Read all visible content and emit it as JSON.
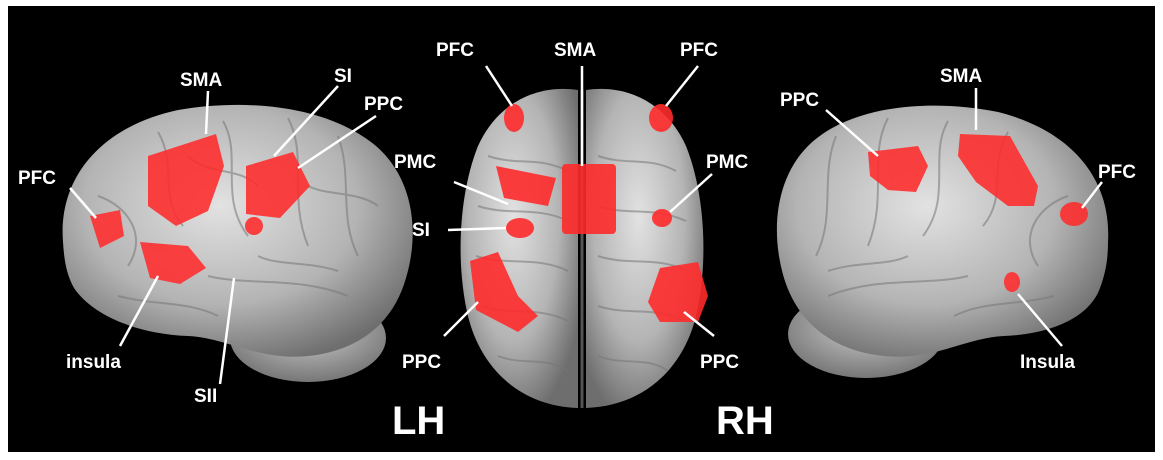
{
  "colors": {
    "background": "#000000",
    "border": "#ffffff",
    "brain": "#b9b9b9",
    "activation": "#ff2b2b",
    "label_text": "#ffffff"
  },
  "left_hemisphere": {
    "labels": {
      "sma": "SMA",
      "si": "SI",
      "ppc": "PPC",
      "pfc": "PFC",
      "insula": "insula",
      "sii": "SII"
    }
  },
  "dorsal_view": {
    "labels": {
      "pfc_left": "PFC",
      "sma": "SMA",
      "pfc_right": "PFC",
      "pmc_left": "PMC",
      "pmc_right": "PMC",
      "si": "SI",
      "ppc_left": "PPC",
      "ppc_right": "PPC"
    },
    "hemisphere_left": "LH",
    "hemisphere_right": "RH"
  },
  "right_hemisphere": {
    "labels": {
      "ppc": "PPC",
      "sma": "SMA",
      "pfc": "PFC",
      "insula": "Insula"
    }
  }
}
